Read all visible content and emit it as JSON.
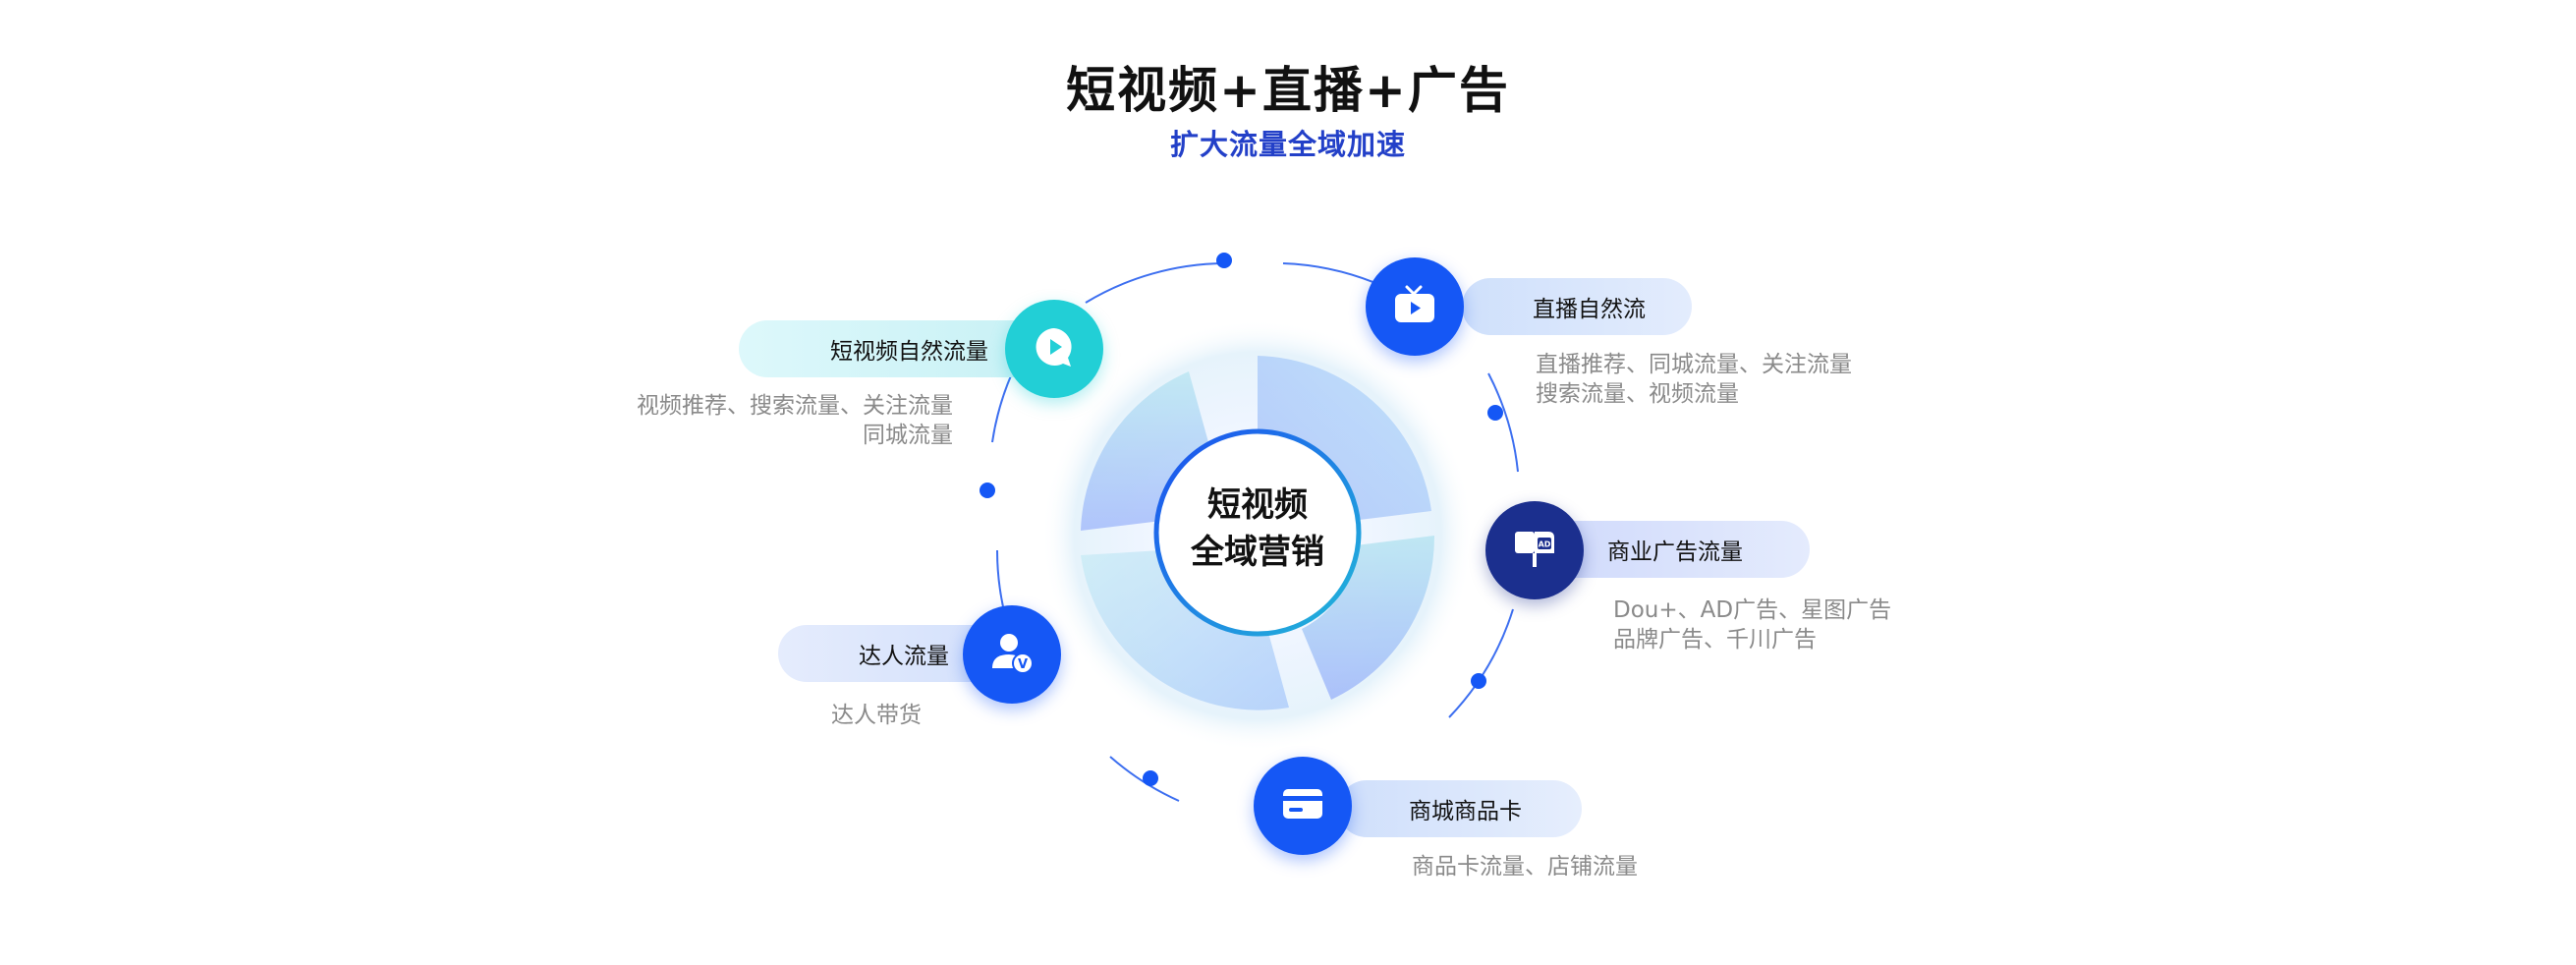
{
  "header": {
    "title": "短视频+直播+广告",
    "subtitle": "扩大流量全域加速"
  },
  "center": {
    "line1": "短视频",
    "line2": "全域营销"
  },
  "nodes": [
    {
      "label": "短视频自然流量",
      "desc1": "视频推荐、搜索流量、关注流量",
      "desc2": "同城流量",
      "icon": "chat-play-icon",
      "color": "#22cfd6"
    },
    {
      "label": "直播自然流",
      "desc1": "直播推荐、同城流量、关注流量",
      "desc2": "搜索流量、视频流量",
      "icon": "tv-play-icon",
      "color": "#1557f5"
    },
    {
      "label": "商业广告流量",
      "desc1": "Dou+、AD广告、星图广告",
      "desc2": "品牌广告、千川广告",
      "icon": "ad-billboard-icon",
      "color": "#1b2f8e",
      "badge": "AD"
    },
    {
      "label": "达人流量",
      "desc1": "达人带货",
      "icon": "verified-user-icon",
      "color": "#1557f5",
      "badge": "V"
    },
    {
      "label": "商城商品卡",
      "desc1": "商品卡流量、店铺流量",
      "icon": "card-icon",
      "color": "#1557f5"
    }
  ],
  "colors": {
    "accent": "#1557f5",
    "teal": "#22cfd6",
    "navy": "#1b2f8e",
    "subtitle": "#2340c8"
  }
}
